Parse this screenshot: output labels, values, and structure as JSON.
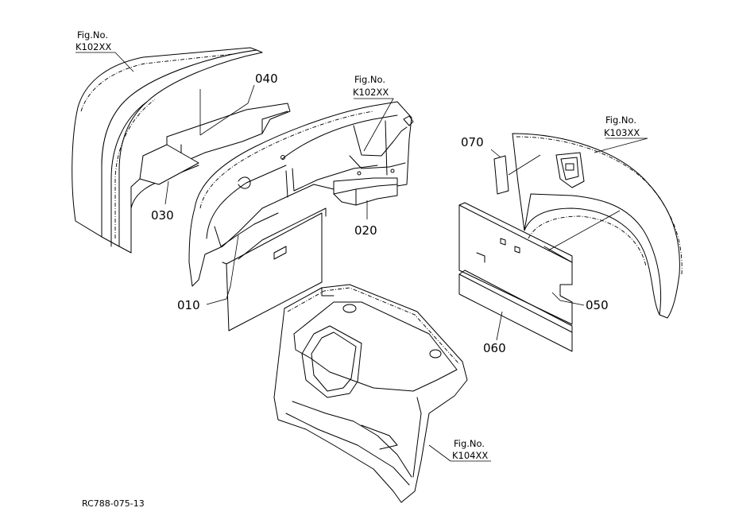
{
  "part_numbers": {
    "p010": "010",
    "p020": "020",
    "p030": "030",
    "p040": "040",
    "p050": "050",
    "p060": "060",
    "p070": "070"
  },
  "figure_refs": {
    "top_left": {
      "line1": "Fig.No.",
      "line2": "K102XX"
    },
    "top_center": {
      "line1": "Fig.No.",
      "line2": "K102XX"
    },
    "right": {
      "line1": "Fig.No.",
      "line2": "K103XX"
    },
    "bottom": {
      "line1": "Fig.No.",
      "line2": "K104XX"
    }
  },
  "drawing_code": "RC788-075-13"
}
